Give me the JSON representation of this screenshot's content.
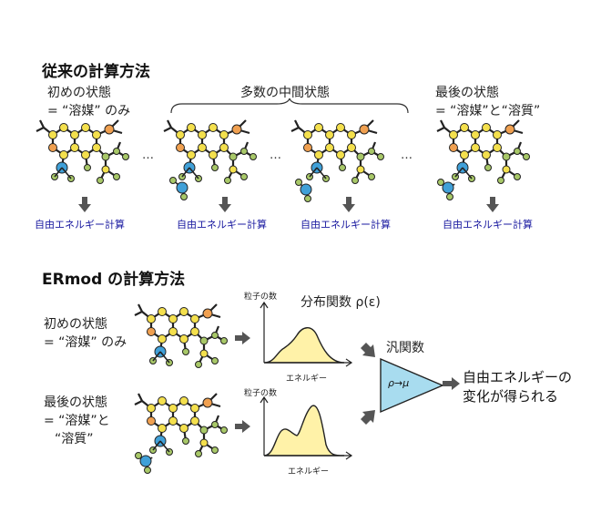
{
  "conventional": {
    "heading": "従来の計算方法",
    "initial_state_line1": "初めの状態",
    "initial_state_line2": "= “溶媒” のみ",
    "intermediate_label": "多数の中間状態",
    "final_state_line1": "最後の状態",
    "final_state_line2": "= “溶媒”と“溶質”",
    "ellipsis": "…",
    "free_energy_calc": "自由エネルギー計算"
  },
  "ermod": {
    "heading": "ERmod の計算方法",
    "initial_state_line1": "初めの状態",
    "initial_state_line2": "= “溶媒” のみ",
    "final_state_line1": "最後の状態",
    "final_state_line2": "= “溶媒”と",
    "final_state_line3": "“溶質”",
    "y_axis_label": "粒子の数",
    "x_axis_label": "エネルギー",
    "distribution_label": "分布関数 ρ(ε)",
    "functional_label": "汎関数",
    "functional_symbol": "ρ→μ",
    "result_line1": "自由エネルギーの",
    "result_line2": "変化が得られる"
  },
  "colors": {
    "node_yellow": "#f4e04d",
    "node_orange": "#f0a050",
    "node_green": "#a8c868",
    "node_blue": "#40a0d8",
    "curve_fill": "#fff2a8",
    "triangle_fill": "#a8dcef",
    "calc_text": "#1a1aa0",
    "arrow_gray": "#555555"
  }
}
